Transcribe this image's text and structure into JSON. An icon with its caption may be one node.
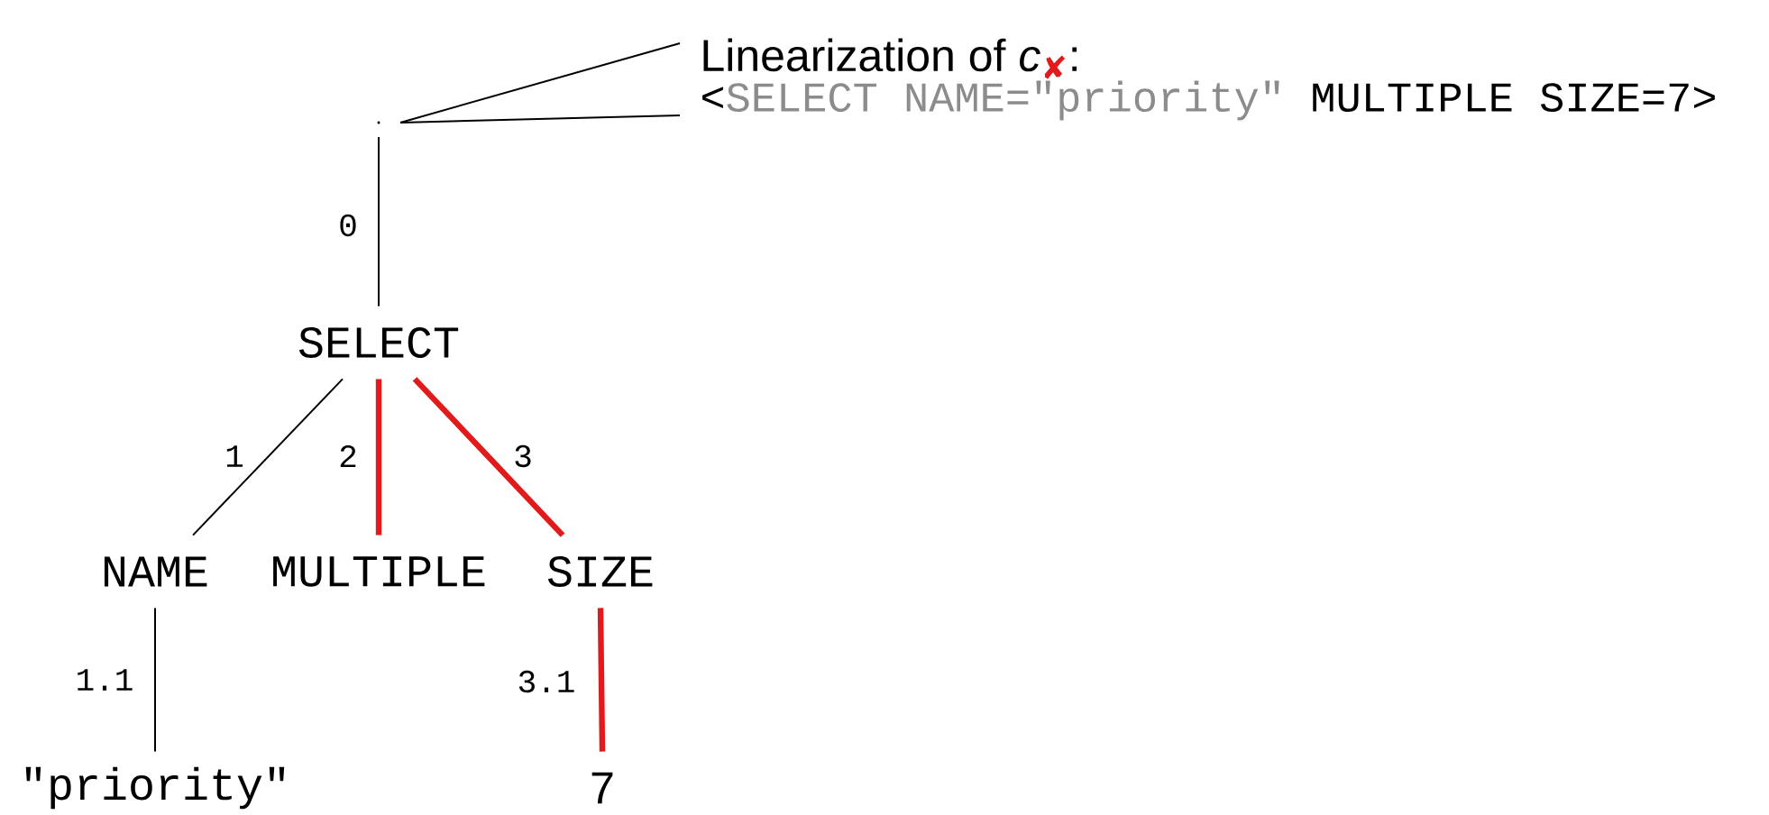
{
  "diagram": {
    "nodes": [
      {
        "text": [],
        "shape": "point"
      },
      {
        "text": [
          "Linearization of *c*$_{✘}$:",
          "<",
          "SELECT NAME=\"priority\"",
          "MULTIPLE SIZE=7>"
        ]
      },
      {
        "text": [
          "SELECT"
        ]
      },
      {
        "text": [
          "NAME"
        ]
      },
      {
        "text": [
          "MULTIPLE"
        ]
      },
      {
        "text": [
          "SIZE"
        ]
      },
      {
        "text": [
          "\"priority\""
        ]
      },
      {
        "text": [
          "7"
        ]
      }
    ],
    "edges": [
      {
        "from": 0,
        "to": 1,
        "arrow": "none"
      },
      {
        "from": 0,
        "to": 1,
        "arrow": "none"
      },
      {
        "from": 0,
        "to": 2,
        "arrow": "none",
        "label": "0"
      },
      {
        "from": 2,
        "to": 3,
        "arrow": "none",
        "label": "1"
      },
      {
        "from": 2,
        "to": 4,
        "arrow": "none",
        "label": "2",
        "style": "thick",
        "color": "#e31a1c"
      },
      {
        "from": 2,
        "to": 5,
        "arrow": "none",
        "label": "3",
        "style": "thick",
        "color": "#e31a1c"
      },
      {
        "from": 3,
        "to": 6,
        "arrow": "none",
        "label": "1.1"
      },
      {
        "from": 5,
        "to": 7,
        "arrow": "none",
        "label": "3.1",
        "style": "thick",
        "color": "#e31a1c"
      }
    ]
  }
}
